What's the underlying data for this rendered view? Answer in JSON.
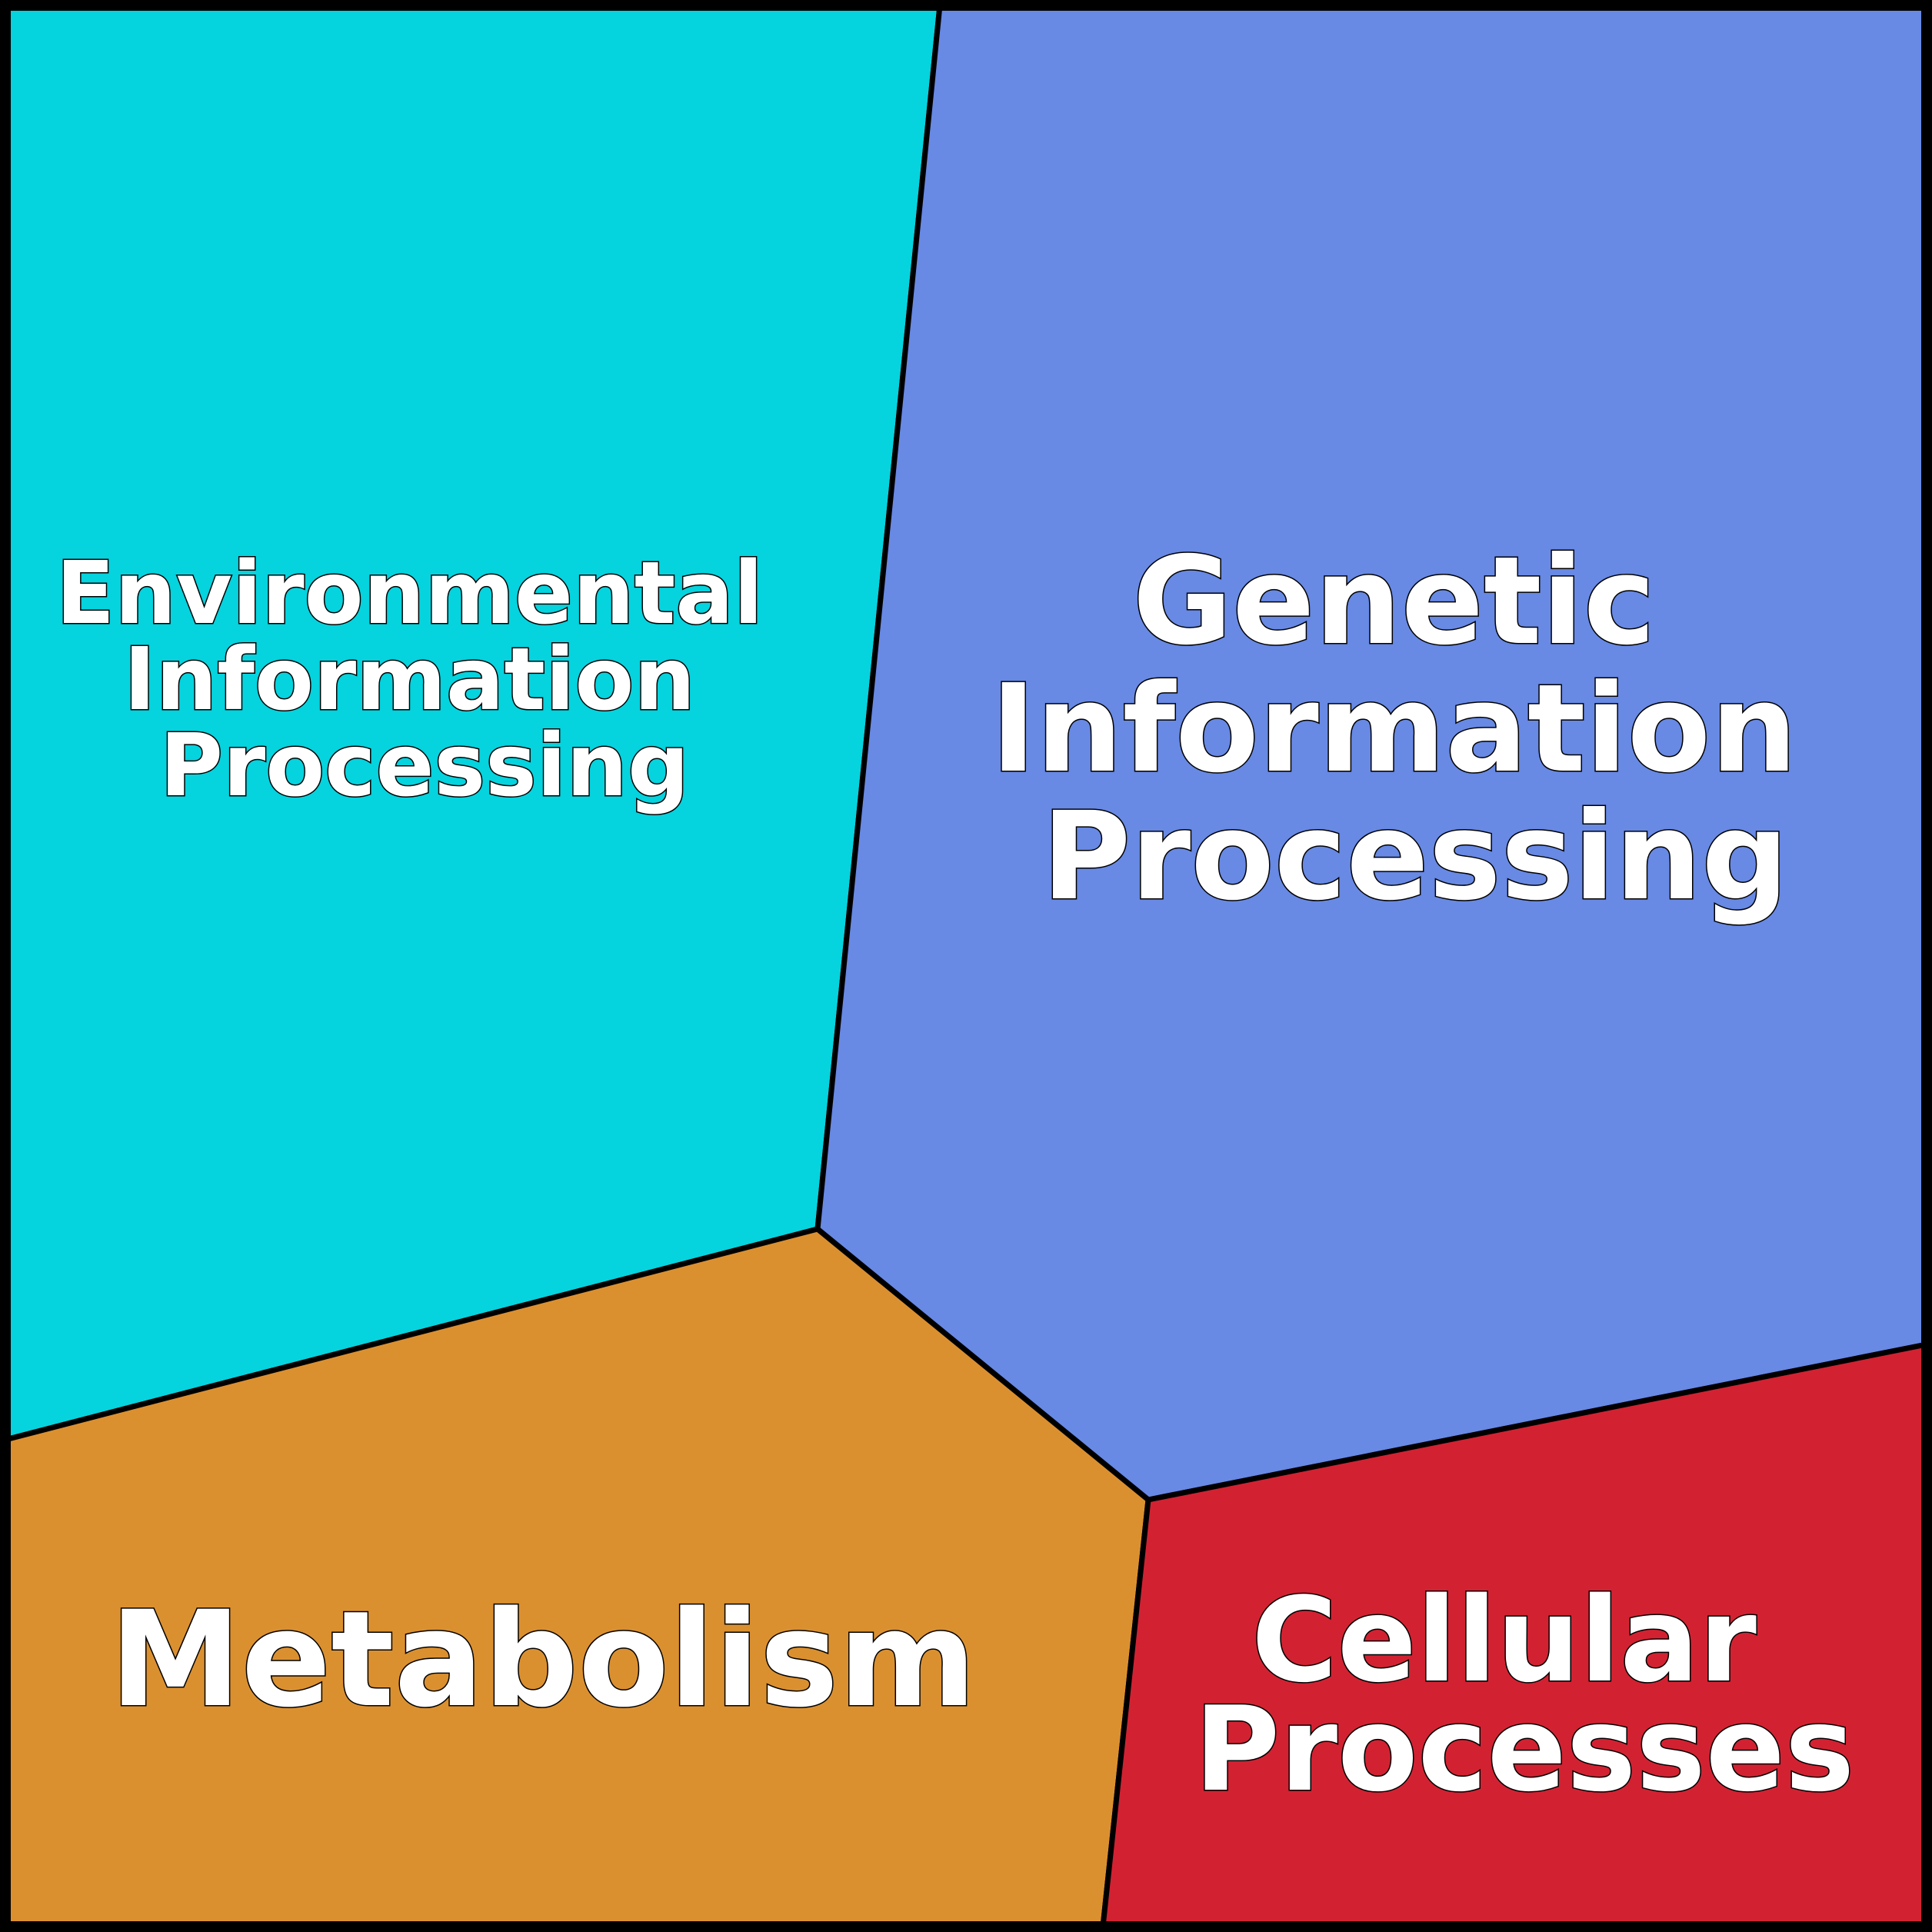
{
  "diagram": {
    "type": "voronoi-treemap",
    "regions": [
      {
        "id": "environmental",
        "lines": [
          "Environmental",
          "Information",
          "Processing"
        ],
        "color": "#05d3de"
      },
      {
        "id": "genetic",
        "lines": [
          "Genetic",
          "Information",
          "Processing"
        ],
        "color": "#6889e4"
      },
      {
        "id": "metabolism",
        "lines": [
          "Metabolism"
        ],
        "color": "#db9030"
      },
      {
        "id": "cellular",
        "lines": [
          "Cellular",
          "Processes"
        ],
        "color": "#d22232"
      }
    ],
    "border_color": "#000000",
    "label_color": "#ffffff"
  }
}
